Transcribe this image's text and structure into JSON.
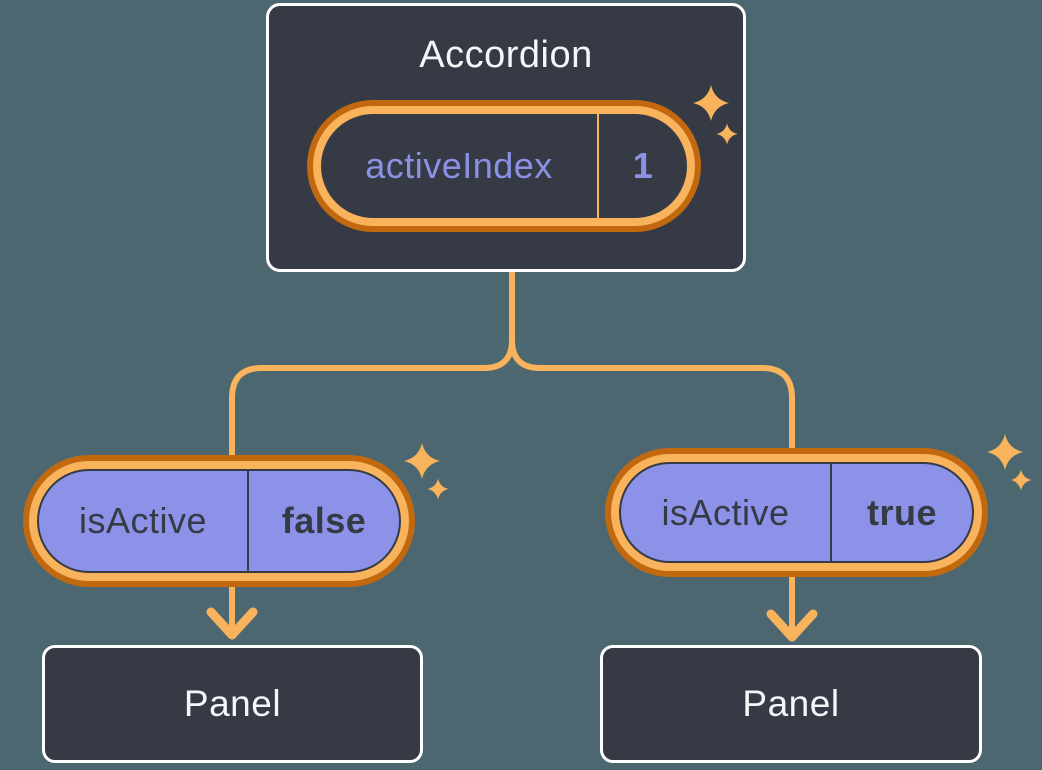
{
  "diagram": {
    "accordion": {
      "title": "Accordion",
      "state_label": "activeIndex",
      "state_value": "1"
    },
    "children": [
      {
        "prop_label": "isActive",
        "prop_value": "false",
        "panel_title": "Panel"
      },
      {
        "prop_label": "isActive",
        "prop_value": "true",
        "panel_title": "Panel"
      }
    ],
    "icons": [
      "sparkles-icon",
      "arrow-down-icon"
    ],
    "colors": {
      "background": "#4D6770",
      "node_background": "#353A45",
      "node_border": "#FFFFFF",
      "orange_dark": "#C2690F",
      "orange_light": "#F8B35C",
      "purple_fill": "#8C92E8",
      "purple_text": "#8B91E4",
      "dark_text": "#353A45",
      "title_text": "#F5F6F8"
    }
  }
}
